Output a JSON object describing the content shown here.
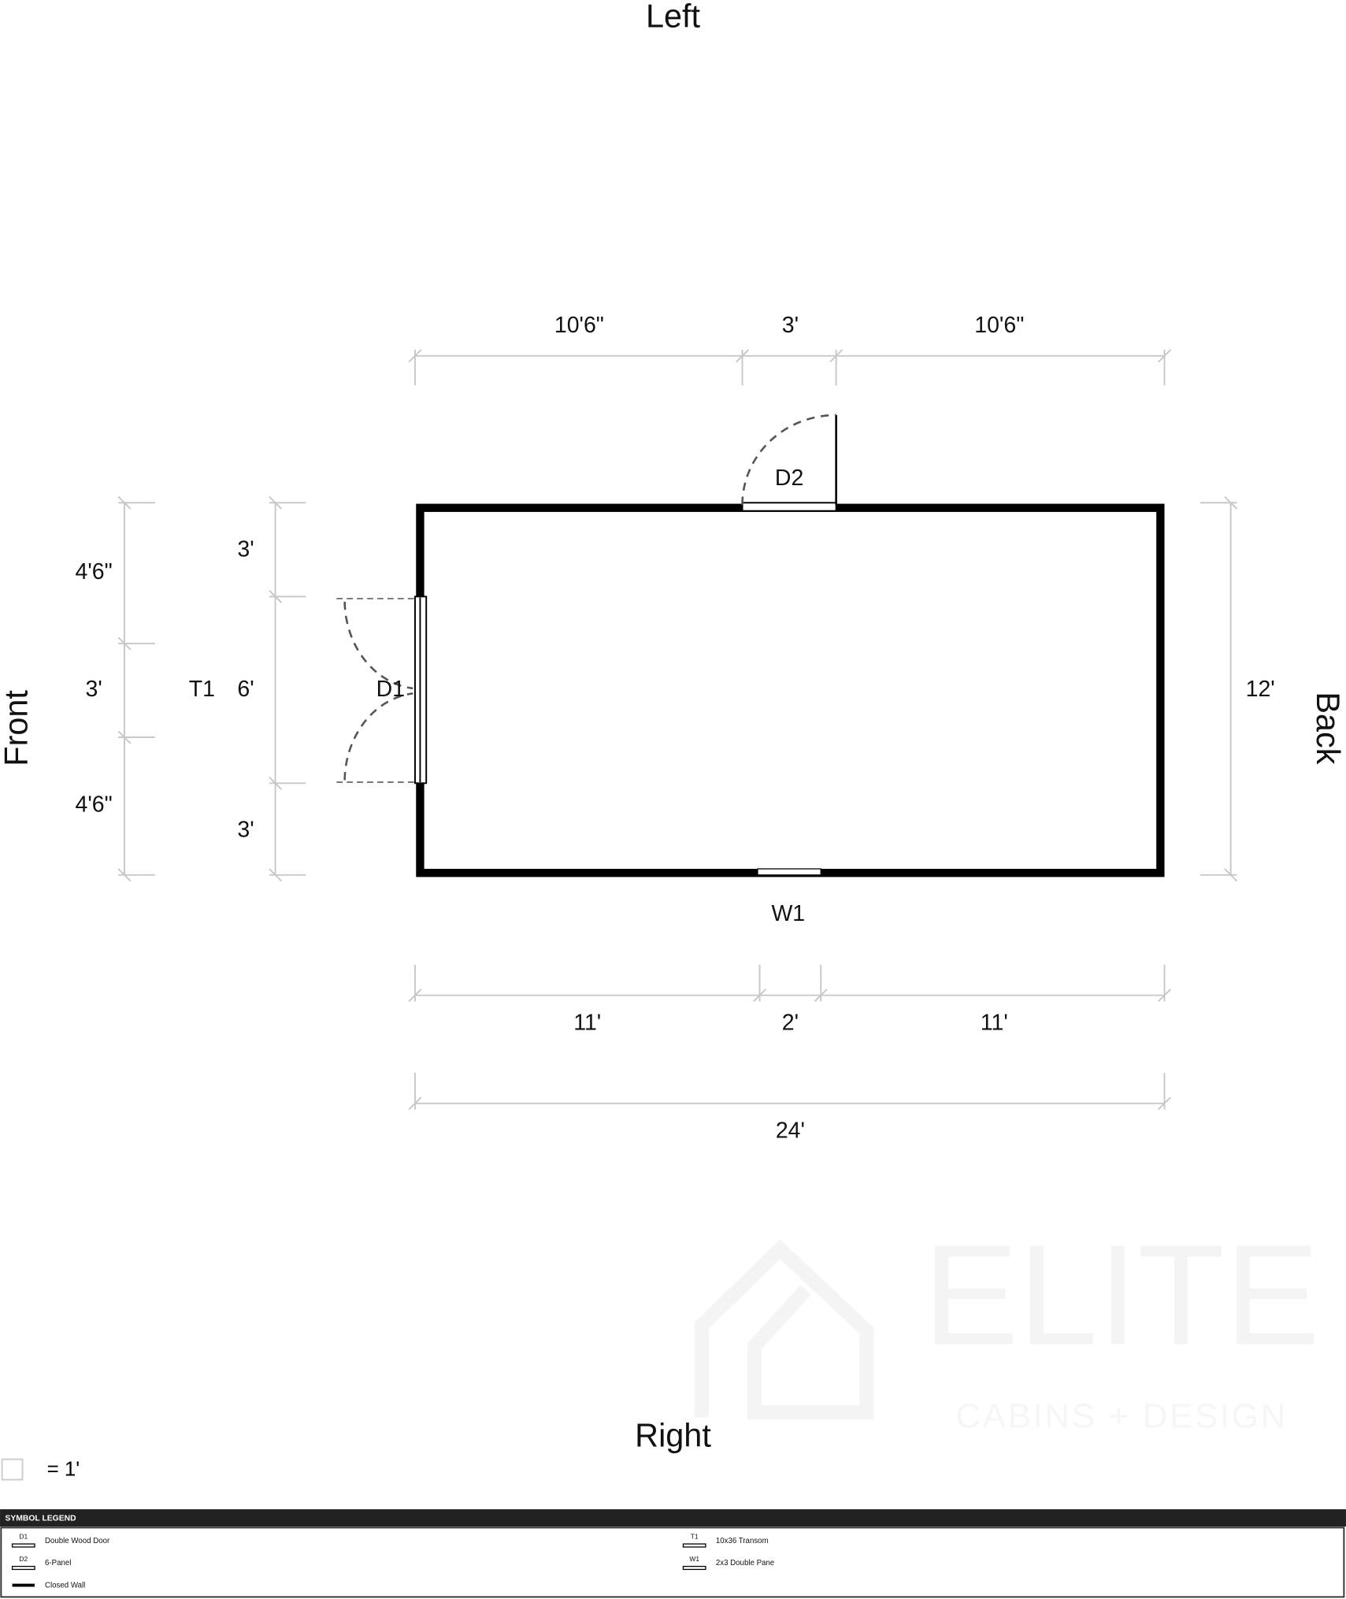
{
  "sides": {
    "left": "Left",
    "right": "Right",
    "front": "Front",
    "back": "Back"
  },
  "openings": {
    "d1": "D1",
    "d2": "D2",
    "w1": "W1",
    "t1": "T1"
  },
  "dims": {
    "top": [
      "10'6\"",
      "3'",
      "10'6\""
    ],
    "bottom": [
      "11'",
      "2'",
      "11'"
    ],
    "total": "24'",
    "left_outer": [
      "4'6\"",
      "3'",
      "4'6\""
    ],
    "left_inner": [
      "3'",
      "6'",
      "3'"
    ],
    "back": "12'"
  },
  "scale": {
    "label": "= 1'"
  },
  "legend": {
    "title": "SYMBOL LEGEND",
    "items": [
      {
        "code": "D1",
        "label": "Double Wood Door"
      },
      {
        "code": "D2",
        "label": "6-Panel"
      },
      {
        "code": "",
        "label": "Closed Wall"
      },
      {
        "code": "T1",
        "label": "10x36 Transom"
      },
      {
        "code": "W1",
        "label": "2x3 Double Pane"
      }
    ]
  },
  "watermark": {
    "brand": "ELITE",
    "tagline": "CABINS + DESIGN"
  },
  "colors": {
    "wall": "#000000",
    "dimension": "#c8c8c8",
    "legend_bar": "#222222",
    "watermark": "#f3f3f3"
  }
}
